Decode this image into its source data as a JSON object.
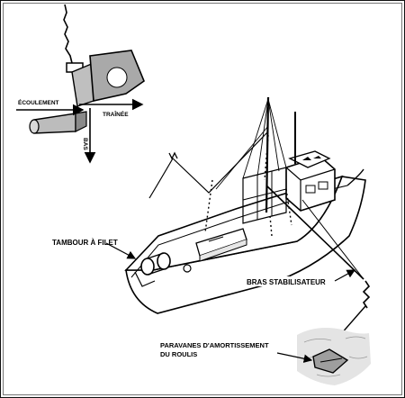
{
  "inset": {
    "ecoulement": "ÉCOULEMENT",
    "trainee": "TRAÎNÉE",
    "bas": "BAS"
  },
  "labels": {
    "tambour": "TAMBOUR À FILET",
    "bras": "BRAS STABILISATEUR",
    "paravanes_line1": "PARAVANES D'AMORTISSEMENT",
    "paravanes_line2": "DU ROULIS"
  }
}
